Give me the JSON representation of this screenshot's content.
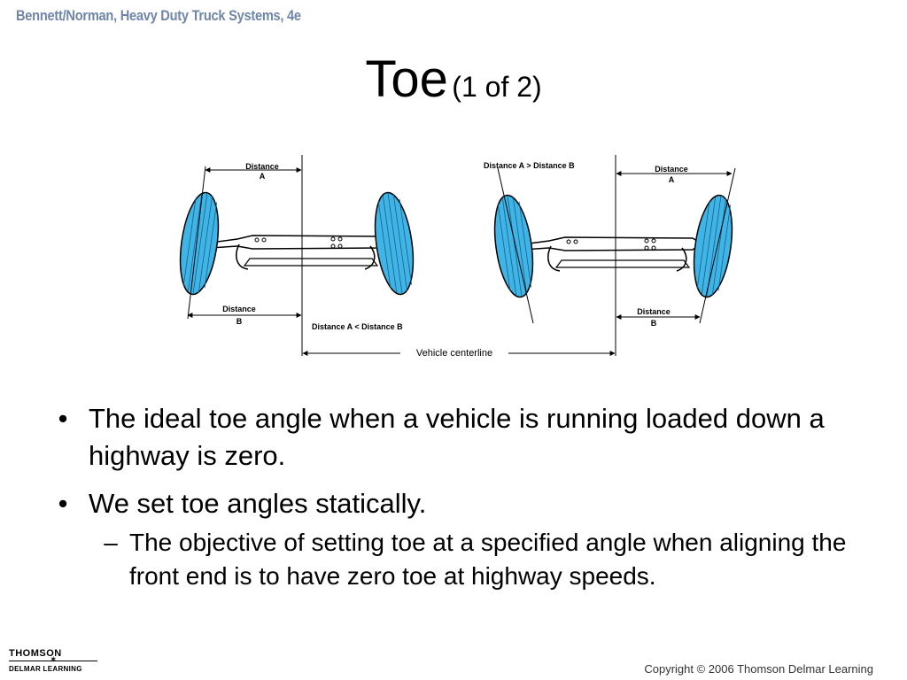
{
  "header": {
    "book_title": "Bennett/Norman, Heavy Duty Truck Systems, 4e"
  },
  "title": {
    "main": "Toe",
    "sub": "(1 of 2)"
  },
  "diagram": {
    "left_label_a1": "Distance",
    "left_label_a2": "A",
    "left_label_b1": "Distance",
    "left_label_b2": "B",
    "left_caption": "Distance A < Distance B",
    "right_caption": "Distance A > Distance B",
    "right_label_a1": "Distance",
    "right_label_a2": "A",
    "right_label_b1": "Distance",
    "right_label_b2": "B",
    "centerline_label": "Vehicle centerline",
    "tire_color": "#3fb4e6"
  },
  "bullets": [
    {
      "marker": "•",
      "text": "The ideal toe angle when a vehicle is running loaded down a highway is zero."
    },
    {
      "marker": "•",
      "text": "We set toe angles statically."
    }
  ],
  "sub_bullets": [
    {
      "marker": "–",
      "text": "The objective of setting toe at a specified angle when aligning the front end is to have zero toe at highway speeds."
    }
  ],
  "footer": {
    "logo_top": "THOMSON",
    "logo_bottom": "DELMAR LEARNING",
    "copyright": "Copyright © 2006 Thomson Delmar Learning"
  }
}
